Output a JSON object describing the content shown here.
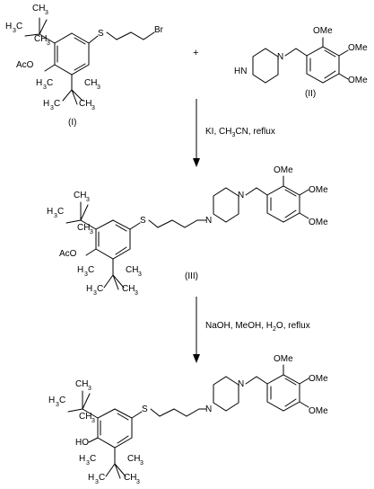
{
  "scheme": {
    "compound_1": {
      "label": "(I)",
      "groups": {
        "acetoxy": "AcO",
        "sulfur": "S",
        "bromo": "Br"
      }
    },
    "plus": "+",
    "compound_2": {
      "label": "(II)",
      "groups": {
        "amine": "HN",
        "nitrogen": "N",
        "ome_1": "OMe",
        "ome_2": "OMe",
        "ome_3": "OMe"
      }
    },
    "step_1": {
      "conditions": [
        "KI, CH",
        "3",
        "CN, reflux"
      ]
    },
    "compound_3": {
      "label": "(III)",
      "groups": {
        "acetoxy": "AcO",
        "sulfur": "S",
        "n1": "N",
        "n2": "N",
        "ome_1": "OMe",
        "ome_2": "OMe",
        "ome_3": "OMe"
      }
    },
    "step_2": {
      "conditions": [
        "NaOH, MeOH, H",
        "2",
        "O, reflux"
      ]
    },
    "product": {
      "groups": {
        "hydroxy": "HO",
        "sulfur": "S",
        "n1": "N",
        "n2": "N",
        "ome_1": "OMe",
        "ome_2": "OMe",
        "ome_3": "OMe"
      }
    }
  }
}
